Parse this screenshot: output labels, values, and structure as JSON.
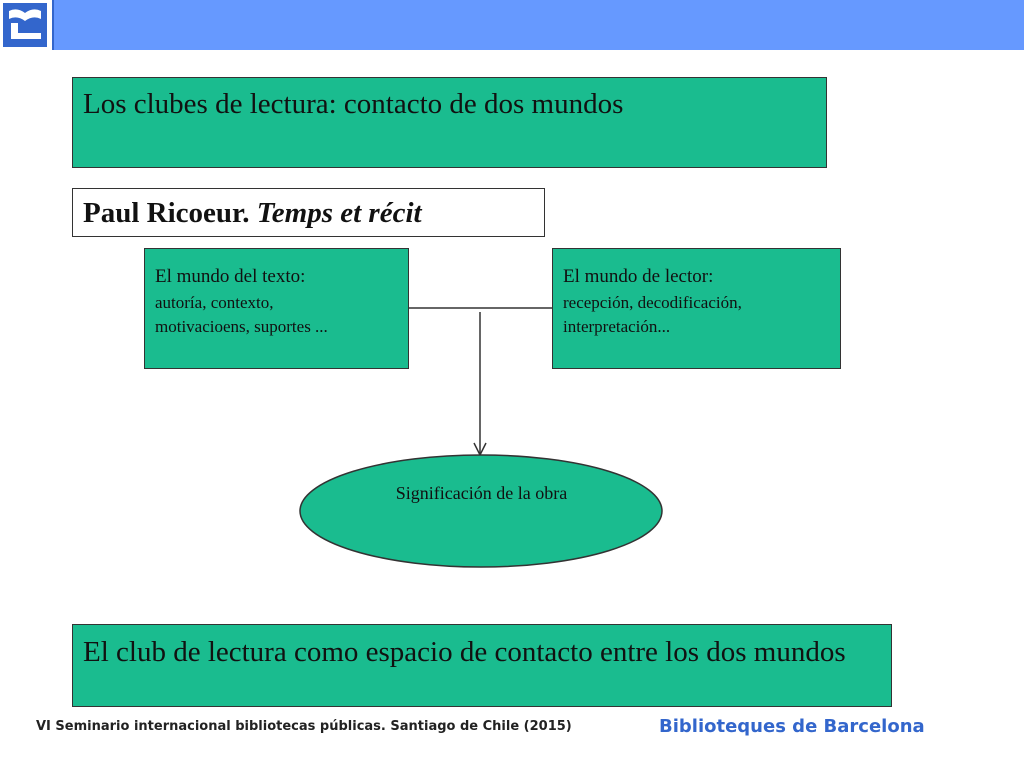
{
  "header": {
    "logo_icon": "biblioteques-logo-icon",
    "bar_color": "#6699ff",
    "logo_color": "#3366cc"
  },
  "title": "Los clubes de lectura: contacto de dos mundos",
  "author": {
    "name": "Paul Ricoeur.",
    "work": "Temps et récit"
  },
  "text_world": {
    "heading": "El mundo del texto:",
    "lines": [
      "autoría, contexto,",
      "motivacioens, suportes ..."
    ]
  },
  "reader_world": {
    "heading": "El mundo de lector:",
    "lines": [
      "recepción, decodificación,",
      "interpretación..."
    ]
  },
  "result": "Significación de la obra",
  "conclusion": "El club de lectura como espacio de contacto entre los dos mundos",
  "footer": {
    "seminar": "VI Seminario internacional bibliotecas públicas. Santiago de Chile (2015)",
    "brand": "Biblioteques de Barcelona"
  },
  "colors": {
    "box_fill": "#1abc8f",
    "brand_text": "#3366cc"
  }
}
